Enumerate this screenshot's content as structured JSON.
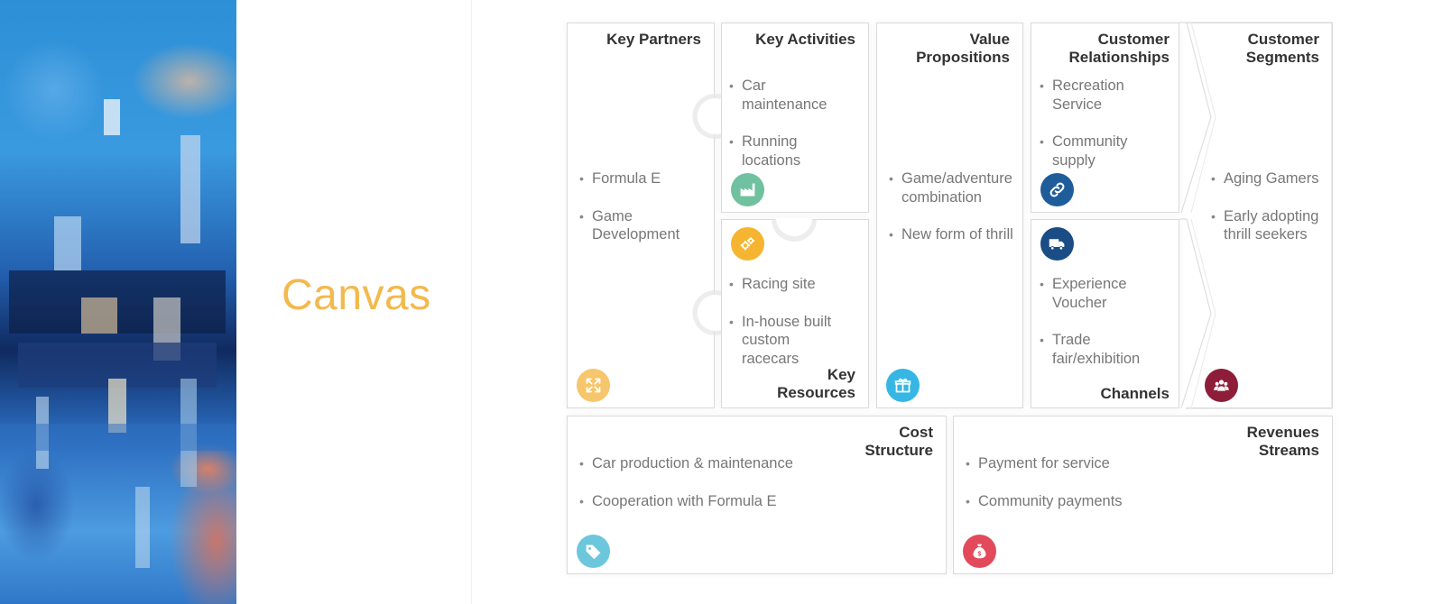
{
  "title": "Canvas",
  "colors": {
    "title": "#f3b94d",
    "partners_icon": "#f6c66d",
    "activities_icon": "#6fc1a0",
    "resources_icon": "#f5b531",
    "value_icon": "#35b6e5",
    "relationships_icon": "#1f5d9a",
    "channels_icon": "#1a4d86",
    "segments_icon": "#8e1d3a",
    "cost_icon": "#6cc6dc",
    "revenue_icon": "#e24a5b"
  },
  "key_partners": {
    "title": "Key Partners",
    "items": [
      "Formula E",
      "Game Development"
    ],
    "icon": "partners-arrows-icon"
  },
  "key_activities": {
    "title": "Key Activities",
    "items": [
      "Car maintenance",
      "Running locations"
    ],
    "icon": "factory-icon"
  },
  "key_resources": {
    "title_line1": "Key",
    "title_line2": "Resources",
    "items": [
      "Racing site",
      "In-house built custom racecars"
    ],
    "icon": "gears-icon"
  },
  "value_propositions": {
    "title_line1": "Value",
    "title_line2": "Propositions",
    "items": [
      "Game/adventure combination",
      "New form of thrill"
    ],
    "icon": "gift-icon"
  },
  "customer_relationships": {
    "title_line1": "Customer",
    "title_line2": "Relationships",
    "items": [
      "Recreation Service",
      "Community supply"
    ],
    "icon": "link-icon"
  },
  "channels": {
    "title": "Channels",
    "items": [
      "Experience Voucher",
      "Trade fair/exhibition"
    ],
    "icon": "truck-icon"
  },
  "customer_segments": {
    "title_line1": "Customer",
    "title_line2": "Segments",
    "items": [
      "Aging Gamers",
      "Early adopting thrill seekers"
    ],
    "icon": "people-icon"
  },
  "cost_structure": {
    "title_line1": "Cost",
    "title_line2": "Structure",
    "items": [
      "Car production & maintenance",
      "Cooperation with Formula E"
    ],
    "icon": "price-tag-icon"
  },
  "revenue_streams": {
    "title_line1": "Revenues",
    "title_line2": "Streams",
    "items": [
      "Payment for service",
      "Community payments"
    ],
    "icon": "money-bag-icon"
  }
}
